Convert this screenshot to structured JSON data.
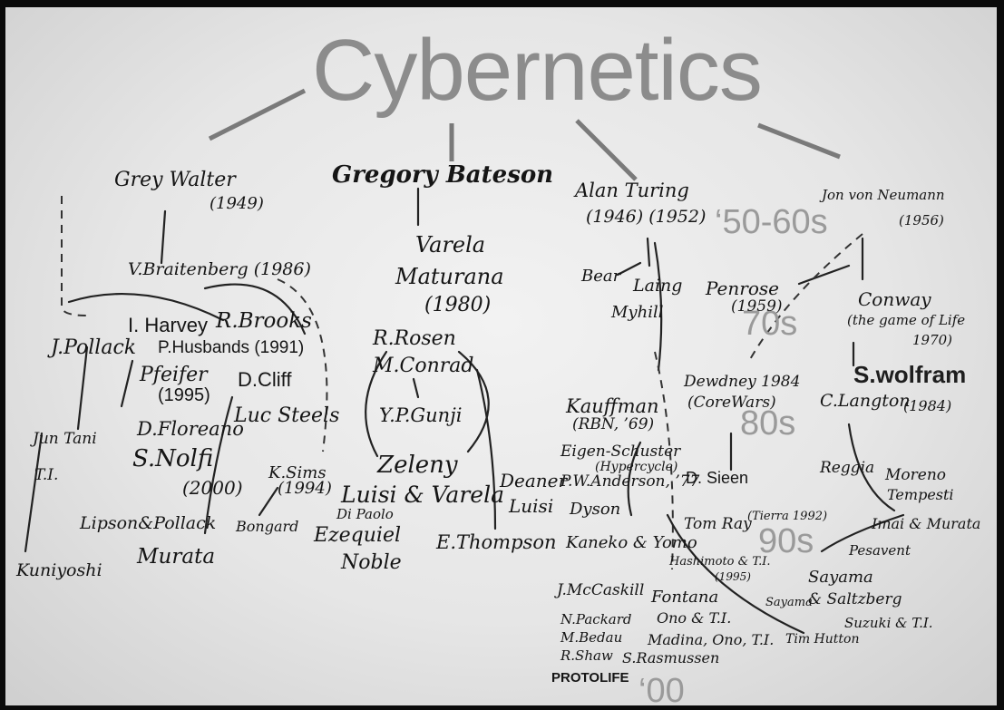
{
  "title": "Cybernetics",
  "eras": {
    "e50": "‘50-60s",
    "e70": "70s",
    "e80": "80s",
    "e90": "90s",
    "e00": "‘00"
  },
  "branches": {
    "walter": {
      "head": "Grey Walter",
      "year": "(1949)",
      "braitenberg": "V.Braitenberg (1986)",
      "pollack": "J.Pollack",
      "harvey": "I. Harvey",
      "brooks": "R.Brooks",
      "husbands": "P.Husbands (1991)",
      "pfeifer": "Pfeifer",
      "pfeifer_year": "(1995)",
      "cliff": "D.Cliff",
      "steels": "Luc Steels",
      "floreano": "D.Floreano",
      "nolfi": "S.Nolfi",
      "nolfi_year": "(2000)",
      "tani": "Jun Tani",
      "tani_ti": "T.I.",
      "sims": "K.Sims",
      "sims_year": "(1994)",
      "lipson": "Lipson&Pollack",
      "bongard": "Bongard",
      "murata": "Murata",
      "kuniyoshi": "Kuniyoshi"
    },
    "bateson": {
      "head": "Gregory Bateson",
      "varela": "Varela",
      "maturana": "Maturana",
      "maturana_year": "(1980)",
      "rosen": "R.Rosen",
      "conrad": "M.Conrad",
      "gunji": "Y.P.Gunji",
      "zeleny": "Zeleny",
      "luisi_varela": "Luisi & Varela",
      "deaner": "Deaner",
      "luisi": "Luisi",
      "dillock": "Di Paolo",
      "ezequiel": "Ezequiel",
      "noble": "Noble",
      "thompson": "E.Thompson"
    },
    "turing": {
      "head": "Alan Turing",
      "years": "(1946) (1952)",
      "bear": "Bear",
      "laing": "Laing",
      "myhill": "Myhill",
      "kauffman": "Kauffman",
      "kauffman_note": "(RBN, ’69)",
      "eigen": "Eigen-Schuster",
      "hypercycle": "(Hypercycle)",
      "anderson": "P.W.Anderson, ’77",
      "dyson": "Dyson",
      "kaneko": "Kaneko & Yomo",
      "hashimoto": "Hashimoto & T.I.",
      "hashimoto_year": "(1995)",
      "mccaskill": "J.McCaskill",
      "fontana": "Fontana",
      "packard": "N.Packard",
      "bedau": "M.Bedau",
      "shaw": "R.Shaw",
      "ono": "Ono & T.I.",
      "madina": "Madina, Ono, T.I.",
      "rasmussen": "S.Rasmussen",
      "protolife": "PROTOLIFE",
      "hutton": "Tim Hutton"
    },
    "neumann": {
      "head": "Jon von Neumann",
      "year": "(1956)",
      "penrose": "Penrose",
      "penrose_year": "(1959)",
      "conway": "Conway",
      "conway_note": "(the game of Life",
      "conway_year": "1970)",
      "wolfram": "S.wolfram",
      "langton": "C.Langton",
      "langton_year": "(1984)",
      "dewdney": "Dewdney 1984",
      "corewars": "(CoreWars)",
      "sieen": "D. Sieen",
      "ray": "Tom Ray",
      "tierra": "(Tierra 1992)",
      "reggia": "Reggia",
      "moreno": "Moreno",
      "tempesti": "Tempesti",
      "imai": "Imai & Murata",
      "pesavent": "Pesavent",
      "sayama": "Sayama",
      "sayama2": "Sayama",
      "saltzberg": "& Saltzberg",
      "suzuki": "Suzuki & T.I."
    }
  }
}
